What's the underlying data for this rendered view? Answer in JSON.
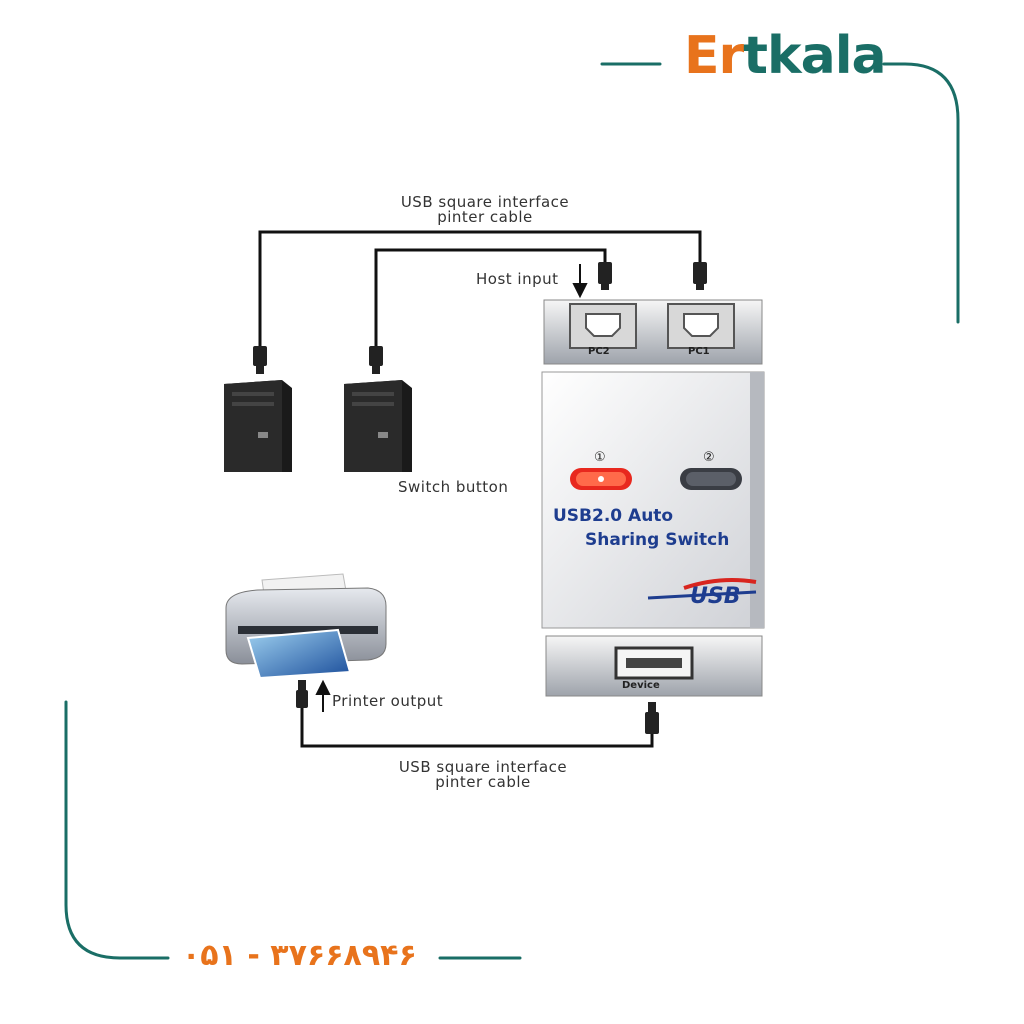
{
  "brand": {
    "part1": "Er",
    "part2": "tkala",
    "color1": "#e8731c",
    "color2": "#1a6e66"
  },
  "contact": {
    "phone": "۰۵۱ - ۳۷۶۶۸۹۴۶"
  },
  "frame_color": "#1a6e66",
  "diagram": {
    "top_cable_label": [
      "USB square interface",
      "pinter cable"
    ],
    "host_input": "Host input",
    "switch_button": "Switch button",
    "printer_output": "Printer output",
    "bottom_cable_label": [
      "USB square interface",
      "pinter cable"
    ]
  },
  "device": {
    "port_pc2": "PC2",
    "port_pc1": "PC1",
    "indicator_1": "①",
    "indicator_2": "②",
    "title_line1": "USB2.0 Auto",
    "title_line2": "Sharing Switch",
    "usb_logo": "USB",
    "port_device": "Device"
  }
}
